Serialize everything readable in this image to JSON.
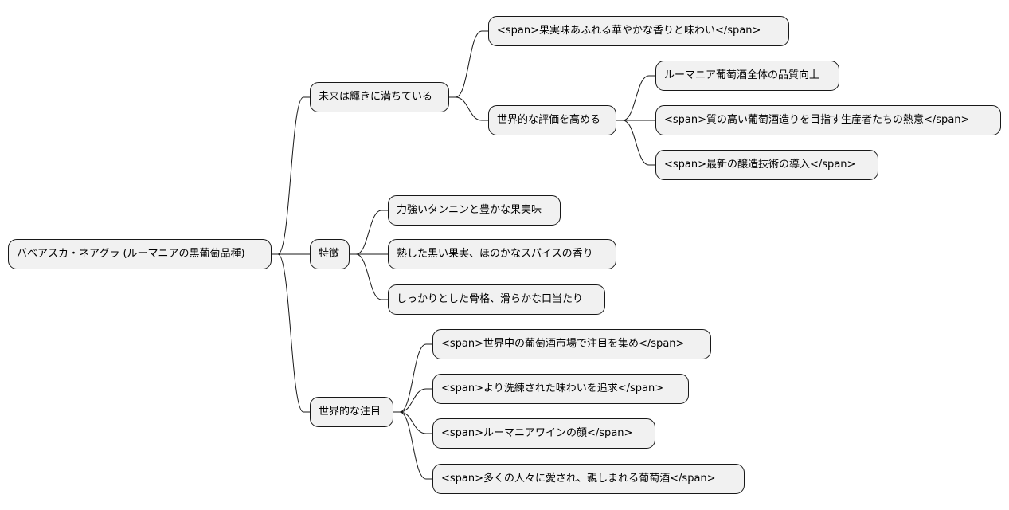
{
  "mindmap": {
    "root": "バベアスカ・ネアグラ (ルーマニアの黒葡萄品種)",
    "branches": [
      {
        "label": "未来は輝きに満ちている",
        "children": [
          {
            "label": "<span>果実味あふれる華やかな香りと味わい</span>"
          },
          {
            "label": "世界的な評価を高める",
            "children": [
              {
                "label": "ルーマニア葡萄酒全体の品質向上"
              },
              {
                "label": "<span>質の高い葡萄酒造りを目指す生産者たちの熱意</span>"
              },
              {
                "label": "<span>最新の醸造技術の導入</span>"
              }
            ]
          }
        ]
      },
      {
        "label": "特徴",
        "children": [
          {
            "label": "力強いタンニンと豊かな果実味"
          },
          {
            "label": "熟した黒い果実、ほのかなスパイスの香り"
          },
          {
            "label": "しっかりとした骨格、滑らかな口当たり"
          }
        ]
      },
      {
        "label": "世界的な注目",
        "children": [
          {
            "label": "<span>世界中の葡萄酒市場で注目を集め</span>"
          },
          {
            "label": "<span>より洗練された味わいを追求</span>"
          },
          {
            "label": "<span>ルーマニアワインの顔</span>"
          },
          {
            "label": "<span>多くの人々に愛され、親しまれる葡萄酒</span>"
          }
        ]
      }
    ],
    "colors": {
      "node_fill": "#f1f1f1",
      "node_border": "#181818",
      "line": "#181818"
    }
  }
}
